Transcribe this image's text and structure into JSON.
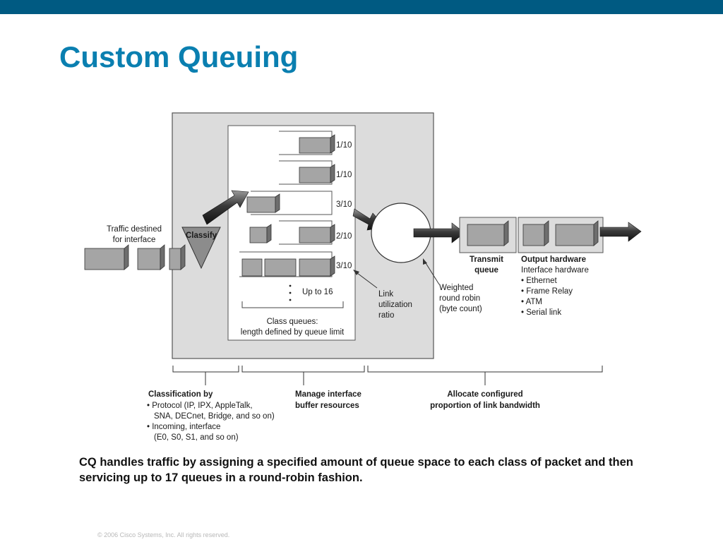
{
  "slide": {
    "title": "Custom Queuing",
    "caption": "CQ handles traffic by assigning a specified amount of queue space to each class of packet and then servicing up to 17 queues in a round-robin fashion.",
    "footer": "© 2006 Cisco Systems, Inc. All rights reserved.",
    "colors": {
      "topbar": "#005a82",
      "title": "#0a7fb0"
    }
  },
  "diagram": {
    "traffic_label": [
      "Traffic destined",
      "for interface"
    ],
    "classify_label": "Classify",
    "queue_ratios": [
      "1/10",
      "1/10",
      "3/10",
      "2/10",
      "3/10"
    ],
    "more_queues": "Up to 16",
    "class_queues_label": [
      "Class queues:",
      "length defined by queue limit"
    ],
    "link_util_label": [
      "Link",
      "utilization",
      "ratio"
    ],
    "wrr_label": [
      "Weighted",
      "round robin",
      "(byte count)"
    ],
    "transmit_label": [
      "Transmit",
      "queue"
    ],
    "output_title": "Output hardware",
    "output_subtitle": "Interface hardware",
    "output_items": [
      "• Ethernet",
      "• Frame Relay",
      "• ATM",
      "• Serial link"
    ],
    "stage1_title": "Classification by",
    "stage1_items": [
      "• Protocol (IP, IPX, AppleTalk,",
      "SNA, DECnet, Bridge, and so on)",
      "• Incoming, interface",
      "(E0, S0, S1, and so on)"
    ],
    "stage2_lines": [
      "Manage interface",
      "buffer resources"
    ],
    "stage3_lines": [
      "Allocate configured",
      "proportion of link bandwidth"
    ]
  }
}
